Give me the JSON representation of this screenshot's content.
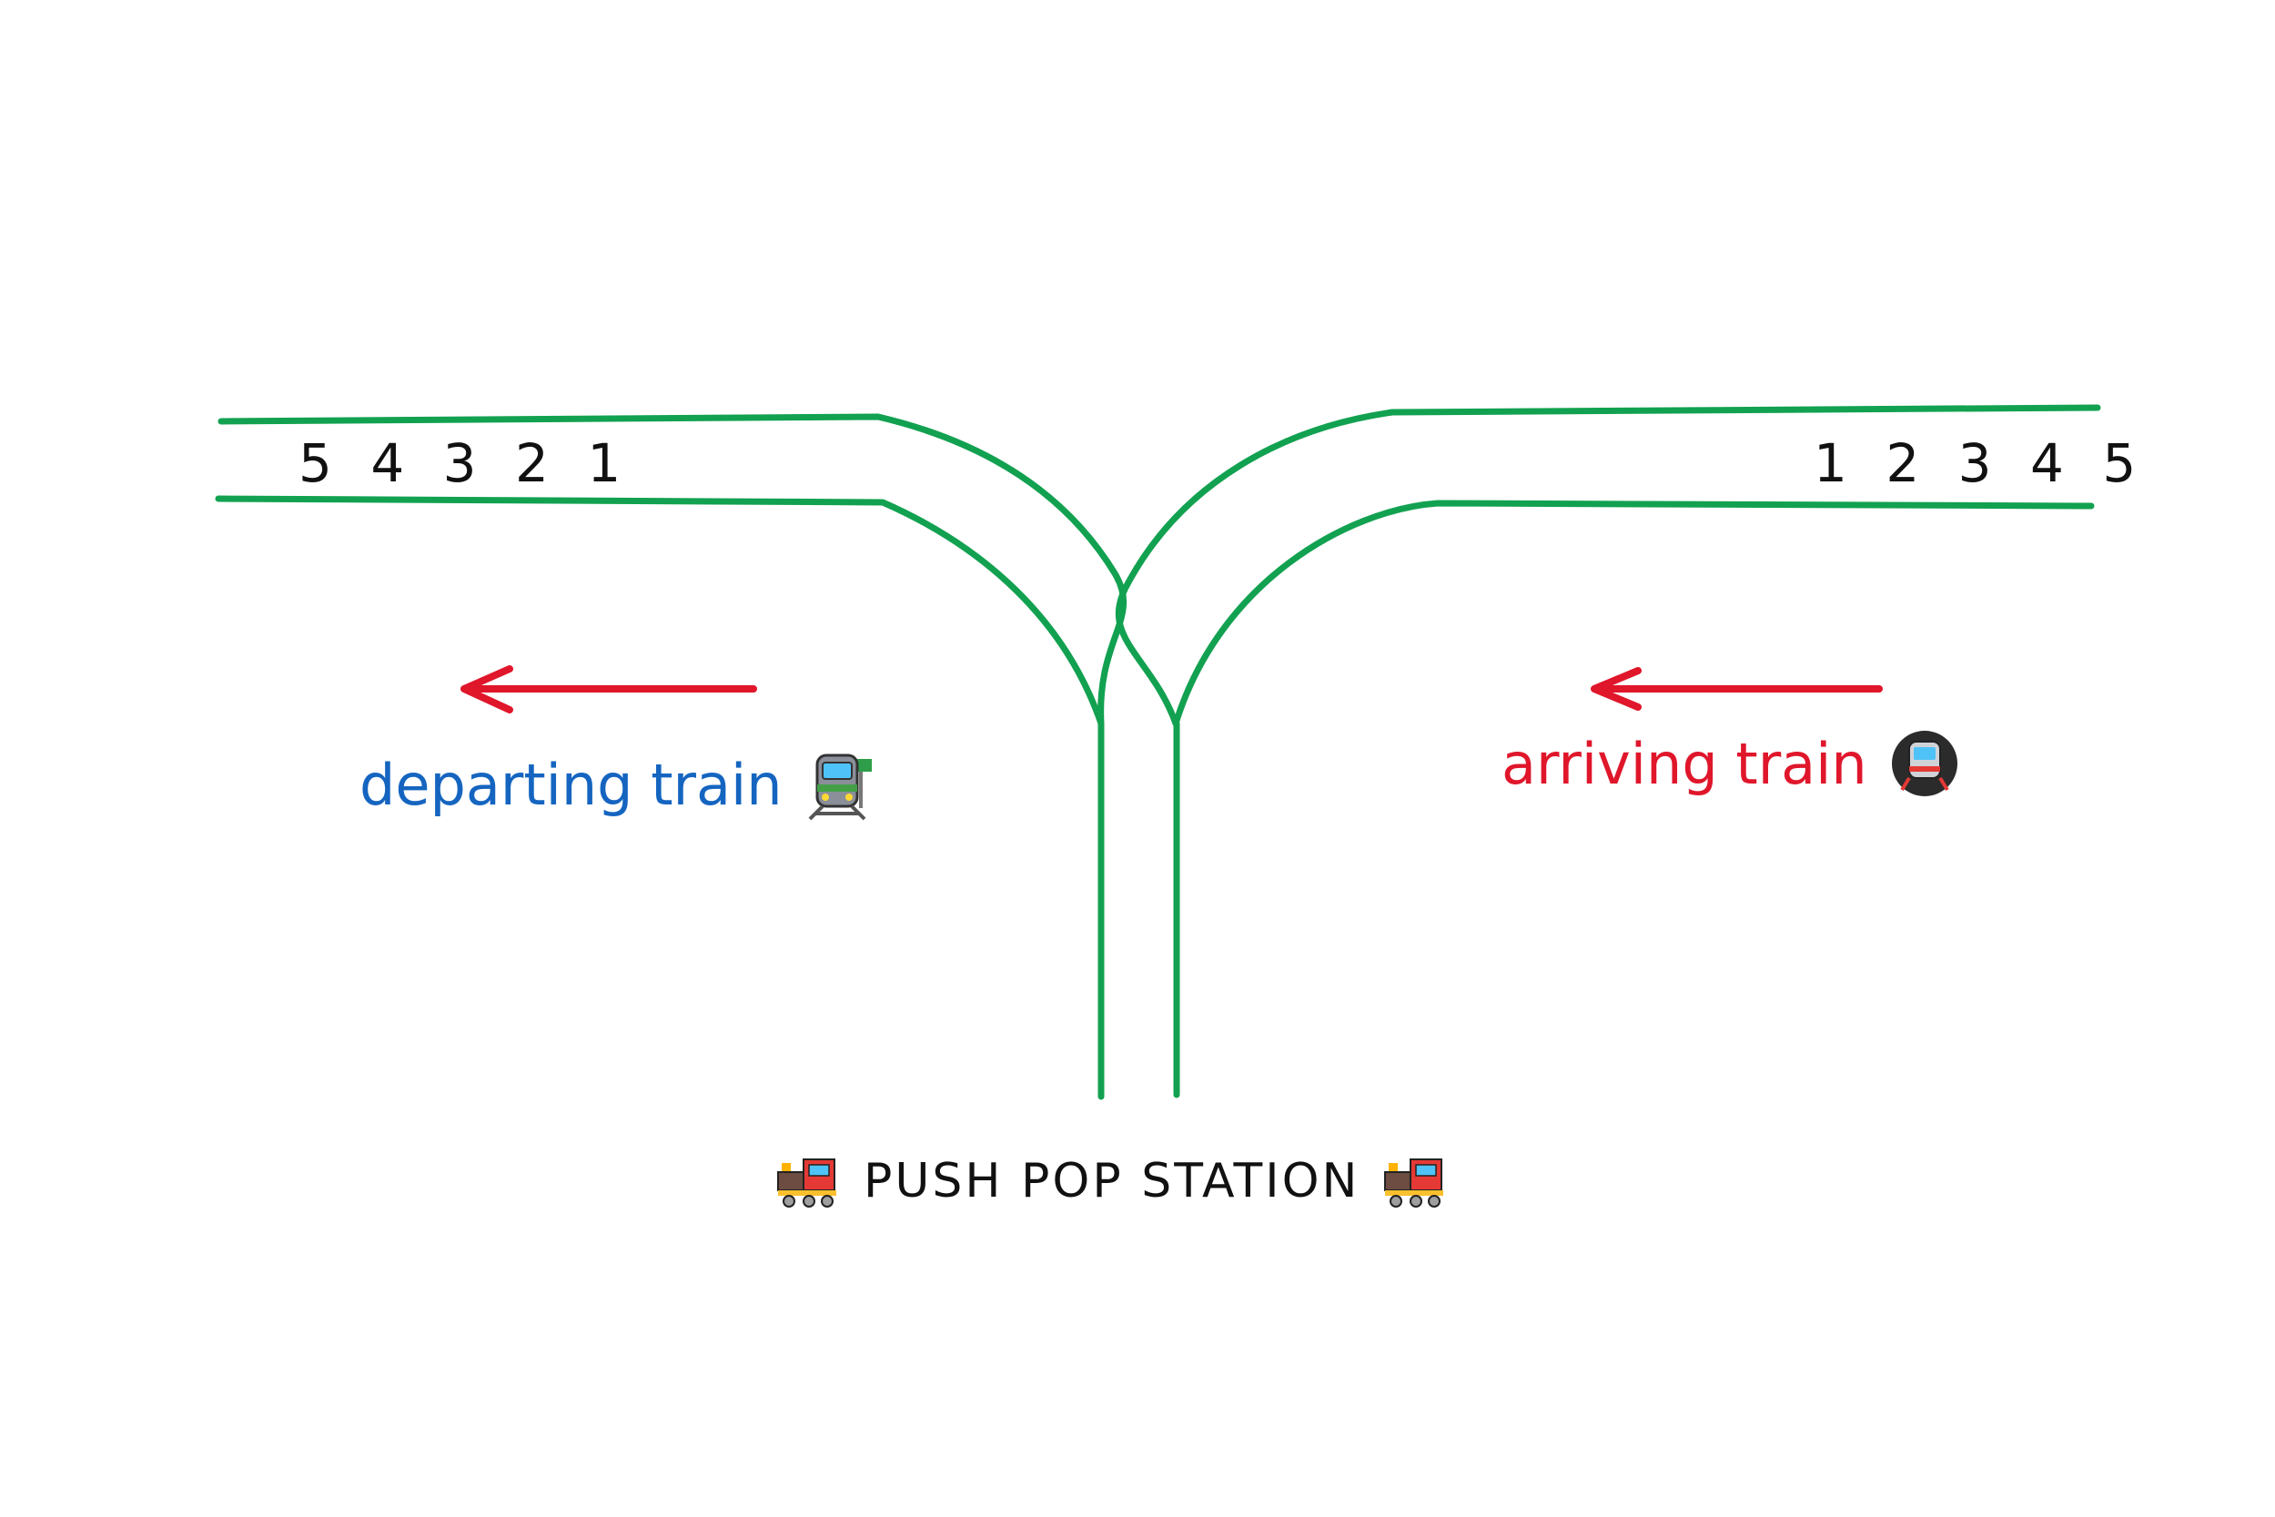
{
  "left_sequence": "5 4 3 2 1",
  "right_sequence": "1 2 3 4 5",
  "departing": {
    "label": "departing train",
    "color": "#1565c0",
    "icon": "light-rail-icon"
  },
  "arriving": {
    "label": "arriving train",
    "color": "#e0162b",
    "icon": "metro-icon"
  },
  "station": {
    "title": "PUSH POP STATION",
    "icon": "locomotive-icon"
  },
  "colors": {
    "track": "#12a150",
    "arrow": "#e0162b"
  }
}
